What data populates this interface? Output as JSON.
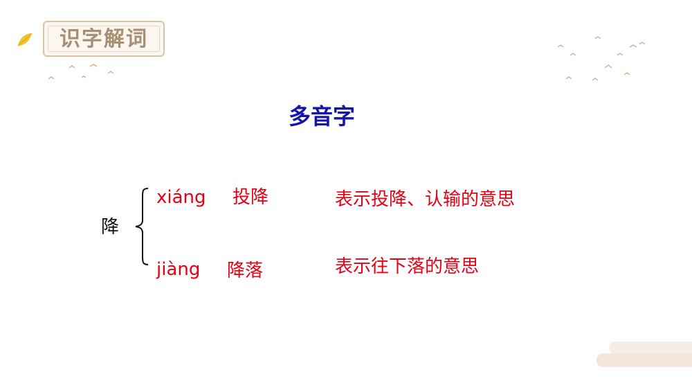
{
  "header": {
    "badge_label": "识字解词"
  },
  "title": "多音字",
  "character": "降",
  "readings": [
    {
      "pinyin": "xiáng",
      "word": "投降",
      "meaning": "表示投降、认输的意思"
    },
    {
      "pinyin": "jiàng",
      "word": "降落",
      "meaning": "表示往下落的意思"
    }
  ],
  "colors": {
    "title": "#1414a8",
    "reading": "#e60012",
    "badge": "#a88e72"
  },
  "icons": [
    "leaf-icon",
    "birds-decoration",
    "brace-icon"
  ]
}
